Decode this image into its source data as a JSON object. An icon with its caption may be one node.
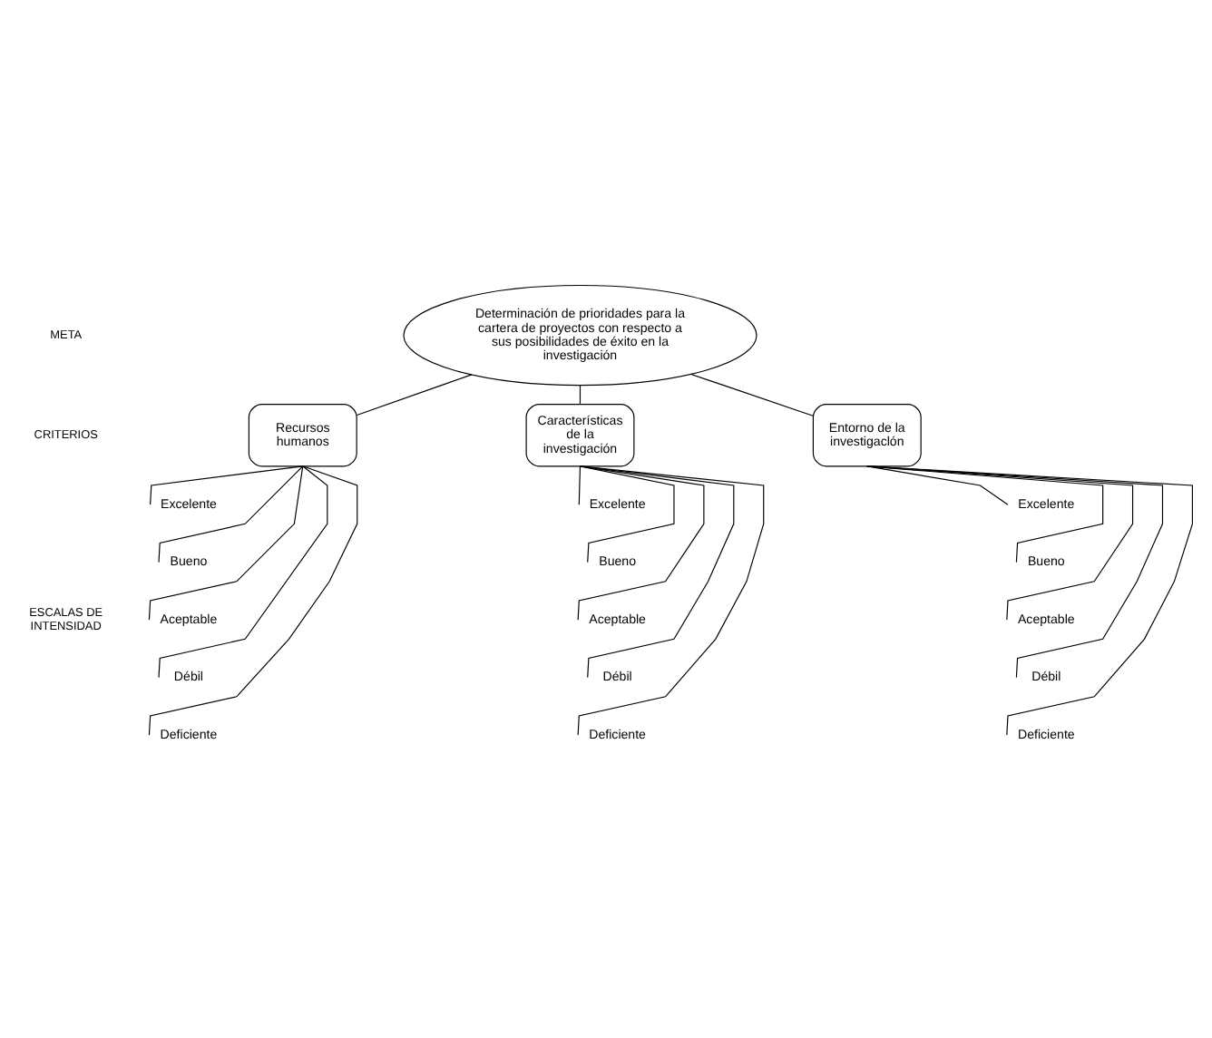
{
  "diagram": {
    "nodes": [
      {
        "text": [
          "Determinación de prioridades para la cartera de proyectos con respecto a sus posibilidades de éxito en la investigación"
        ]
      },
      {
        "text": [
          "Recursos humanos"
        ]
      },
      {
        "text": [
          "Características de la investigación"
        ]
      },
      {
        "text": [
          "Entorno de la investigaclón"
        ]
      },
      {
        "text": [
          "Excelente"
        ]
      },
      {
        "text": [
          "Bueno"
        ]
      },
      {
        "text": [
          "Aceptable"
        ]
      },
      {
        "text": [
          "Débil"
        ]
      },
      {
        "text": [
          "Deficiente"
        ]
      },
      {
        "text": [
          "Excelente"
        ]
      },
      {
        "text": [
          "Bueno"
        ]
      },
      {
        "text": [
          "Aceptable"
        ]
      },
      {
        "text": [
          "Débil"
        ]
      },
      {
        "text": [
          "Deficiente"
        ]
      },
      {
        "text": [
          "Excelente"
        ]
      },
      {
        "text": [
          "Bueno"
        ]
      },
      {
        "text": [
          "Aceptable"
        ]
      },
      {
        "text": [
          "Débil"
        ]
      },
      {
        "text": [
          "Deficiente"
        ]
      }
    ],
    "edges": [
      {
        "from": 0,
        "to": 1,
        "arrow": "none"
      },
      {
        "from": 0,
        "to": 2,
        "arrow": "none"
      },
      {
        "from": 0,
        "to": 3,
        "arrow": "none"
      },
      {
        "from": 1,
        "to": 4,
        "arrow": "none"
      },
      {
        "from": 1,
        "to": 5,
        "arrow": "none"
      },
      {
        "from": 1,
        "to": 6,
        "arrow": "none"
      },
      {
        "from": 1,
        "to": 7,
        "arrow": "none"
      },
      {
        "from": 1,
        "to": 8,
        "arrow": "none"
      },
      {
        "from": 2,
        "to": 9,
        "arrow": "none"
      },
      {
        "from": 2,
        "to": 10,
        "arrow": "none"
      },
      {
        "from": 2,
        "to": 11,
        "arrow": "none"
      },
      {
        "from": 2,
        "to": 12,
        "arrow": "none"
      },
      {
        "from": 2,
        "to": 13,
        "arrow": "none"
      },
      {
        "from": 3,
        "to": 14,
        "arrow": "none"
      },
      {
        "from": 3,
        "to": 15,
        "arrow": "none"
      },
      {
        "from": 3,
        "to": 16,
        "arrow": "none"
      },
      {
        "from": 3,
        "to": 17,
        "arrow": "none"
      },
      {
        "from": 3,
        "to": 18,
        "arrow": "none"
      }
    ],
    "labels": [
      "META",
      "CRITERIOS",
      "ESCALAS DE INTENSIDAD"
    ]
  }
}
